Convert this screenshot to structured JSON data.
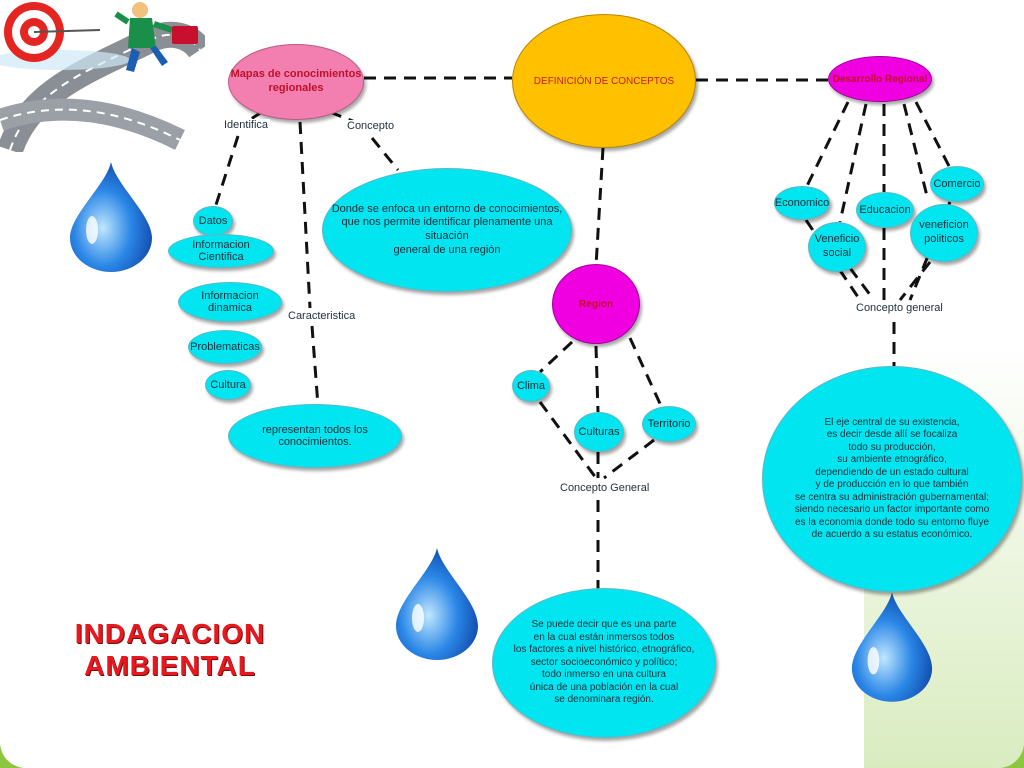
{
  "title": "INDAGACION\nAMBIENTAL",
  "colors": {
    "cyan": "#00e5f0",
    "pink": "#f27fb0",
    "magenta": "#f000e0",
    "yellow": "#ffc000",
    "title_red": "#e8191e"
  },
  "nodes": {
    "definicion": "DEFINICIÓN DE CONCEPTOS",
    "mapas": "Mapas de conocimientos\nregionales",
    "desarrollo": "Desarrollo Regional",
    "region": "Region",
    "datos": "Datos",
    "info_cientifica": "Informacion Cientifica",
    "info_dinamica": "Informacion dinamica",
    "problematicas": "Problematicas",
    "cultura": "Cultura",
    "mapas_concepto": "Donde se enfoca un entorno de conocimientos,\nque nos permite identificar plenamente una situación\ngeneral de una región",
    "mapas_caracteristica": "representan todos los conocimientos.",
    "clima": "Clima",
    "culturas": "Culturas",
    "territorio": "Territorio",
    "region_concepto": "Se puede decir que es una parte\nen la cual están inmersos todos\nlos factores a nivel histórico, etnográfico,\nsector socioeconómico y político;\ntodo inmerso en una cultura\núnica de una población en la cual\nse denominara región.",
    "economico": "Economico",
    "educacion": "Educacion",
    "comercio": "Comercio",
    "veneficio_social": "Veneficio\nsocial",
    "veneficion_politicos": "veneficion\npoliticos",
    "desarrollo_concepto": "El eje central de su existencia,\nes decir desde allí se focaliza\ntodo su producción,\nsu ambiente etnográfico,\ndependiendo de un estado cultural\ny de producción en lo que también\nse centra su administración gubernamental;\nsiendo necesario un factor importante como\nes la economia donde todo su entorno fluye\nde acuerdo a su estatus económico."
  },
  "labels": {
    "identifica": "Identifica",
    "concepto": "Concepto",
    "caracteristica": "Caracteristica",
    "concepto_general_region": "Concepto General",
    "concepto_general_desarrollo": "Concepto general"
  }
}
